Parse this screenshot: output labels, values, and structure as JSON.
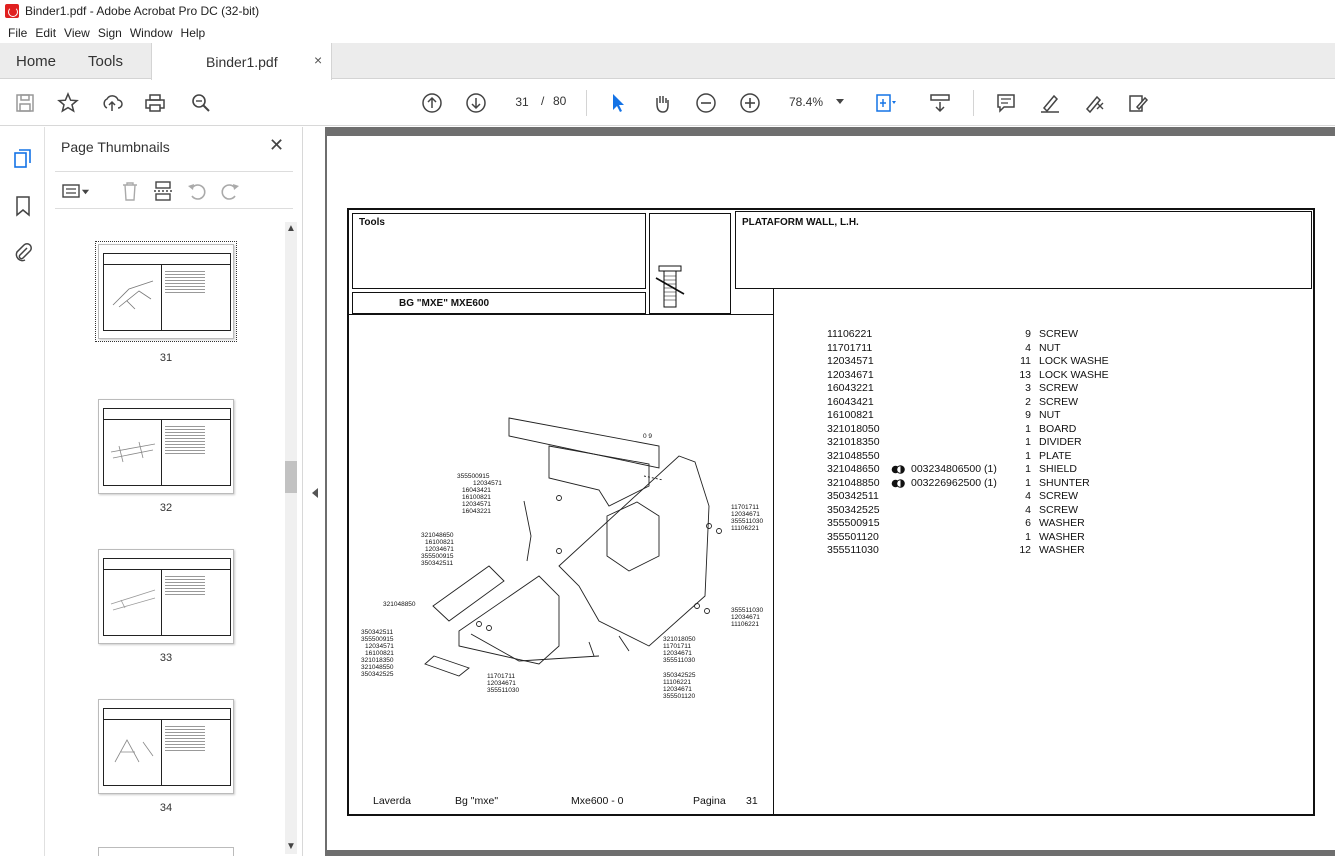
{
  "window": {
    "title": "Binder1.pdf - Adobe Acrobat Pro DC (32-bit)"
  },
  "menu": [
    "File",
    "Edit",
    "View",
    "Sign",
    "Window",
    "Help"
  ],
  "tabs": {
    "home": "Home",
    "tools": "Tools",
    "document": "Binder1.pdf",
    "close": "×"
  },
  "toolbar": {
    "page_current": "31",
    "page_sep": "/",
    "page_total": "80",
    "zoom": "78.4%",
    "icons": [
      "save-icon",
      "star-icon",
      "upload-icon",
      "print-icon",
      "search-icon",
      "page-up-icon",
      "page-down-icon",
      "select-cursor-icon",
      "hand-icon",
      "zoom-out-icon",
      "zoom-in-icon",
      "fit-page-icon",
      "scroll-mode-icon",
      "comment-icon",
      "highlight-icon",
      "sign-icon",
      "fill-sign-icon"
    ],
    "accent": "#1473e6"
  },
  "panel": {
    "title": "Page Thumbnails",
    "close": "✕",
    "thumbnails": [
      {
        "label": "31"
      },
      {
        "label": "32"
      },
      {
        "label": "33"
      },
      {
        "label": "34"
      }
    ]
  },
  "document": {
    "tools_label": "Tools",
    "model_label": "BG \"MXE\" MXE600",
    "title": "PLATAFORM WALL, L.H.",
    "parts": [
      {
        "code": "11106221",
        "qty": "9",
        "desc": "SCREW"
      },
      {
        "code": "11701711",
        "qty": "4",
        "desc": "NUT"
      },
      {
        "code": "12034571",
        "qty": "11",
        "desc": "LOCK WASHE"
      },
      {
        "code": "12034671",
        "qty": "13",
        "desc": "LOCK WASHE"
      },
      {
        "code": "16043221",
        "qty": "3",
        "desc": "SCREW"
      },
      {
        "code": "16043421",
        "qty": "2",
        "desc": "SCREW"
      },
      {
        "code": "16100821",
        "qty": "9",
        "desc": "NUT"
      },
      {
        "code": "321018050",
        "qty": "1",
        "desc": "BOARD"
      },
      {
        "code": "321018350",
        "qty": "1",
        "desc": "DIVIDER"
      },
      {
        "code": "321048550",
        "qty": "1",
        "desc": "PLATE"
      },
      {
        "code": "321048650",
        "qty": "1",
        "desc": "SHIELD",
        "ref": "003234806500  (1)"
      },
      {
        "code": "321048850",
        "qty": "1",
        "desc": "SHUNTER",
        "ref": "003226962500  (1)"
      },
      {
        "code": "350342511",
        "qty": "4",
        "desc": "SCREW"
      },
      {
        "code": "350342525",
        "qty": "4",
        "desc": "SCREW"
      },
      {
        "code": "355500915",
        "qty": "6",
        "desc": "WASHER"
      },
      {
        "code": "355501120",
        "qty": "1",
        "desc": "WASHER"
      },
      {
        "code": "355511030",
        "qty": "12",
        "desc": "WASHER"
      }
    ],
    "footer": {
      "brand": "Laverda",
      "series": "Bg \"mxe\"",
      "model": "Mxe600 - 0",
      "page_label": "Pagina",
      "page_number": "31"
    },
    "callouts": {
      "c1": "355500915",
      "c2": "12034571",
      "c3": "16043421",
      "c4": "16100821",
      "c5": "12034571",
      "c6": "16043221",
      "c7": "321048650",
      "c8": "16100821",
      "c9": "12034671",
      "c10": "355500915",
      "c11": "350342511",
      "c12": "321048850",
      "c13": "350342511",
      "c14": "355500915",
      "c15": "12034571",
      "c16": "16100821",
      "c17": "321018350",
      "c18": "321048550",
      "c19": "350342525",
      "c20": "11701711",
      "c21": "12034671",
      "c22": "355511030",
      "c23": "11701711",
      "c24": "12034671",
      "c25": "355511030",
      "c26": "11106221",
      "c27": "355511030",
      "c28": "12034671",
      "c29": "11106221",
      "c30": "321018050",
      "c31": "11701711",
      "c32": "12034671",
      "c33": "355511030",
      "c34": "350342525",
      "c35": "11106221",
      "c36": "12034671",
      "c37": "355501120",
      "c38": "0 9"
    }
  }
}
